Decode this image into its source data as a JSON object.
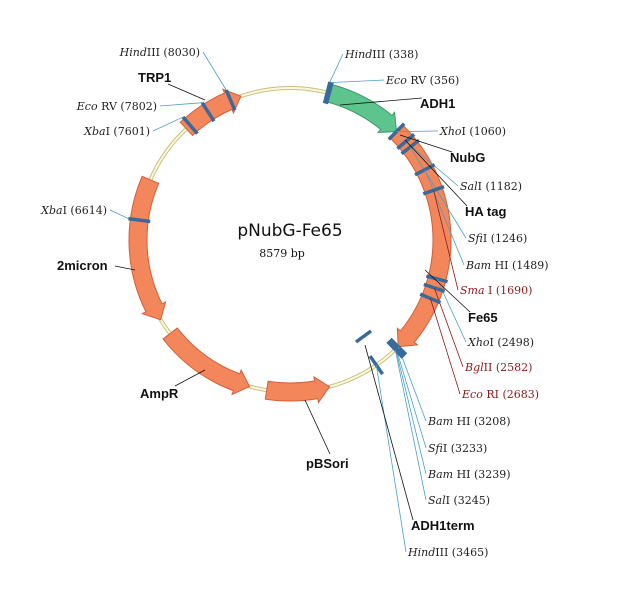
{
  "plasmid": {
    "name": "pNubG-Fe65",
    "size_label": "8579 bp",
    "length_bp": 8579
  },
  "colors": {
    "backbone": "#e8e0a0",
    "orange": "#f4865c",
    "green": "#5cc48c",
    "site_tick": "#3a6a9a",
    "leader": "#4aa0c8",
    "red": "#8b1a1a"
  },
  "features": [
    {
      "name": "ADH1",
      "start": 338,
      "end": 1060,
      "dir": 1,
      "color": "green"
    },
    {
      "name": "Fe65",
      "start": 1060,
      "end": 3208,
      "dir": 1,
      "color": "orange"
    },
    {
      "name": "TRP1",
      "start": 7555,
      "end": 8130,
      "dir": 1,
      "color": "orange"
    },
    {
      "name": "2micron",
      "start": 5680,
      "end": 6990,
      "dir": -1,
      "color": "orange"
    },
    {
      "name": "AmpR",
      "start": 4657,
      "end": 5530,
      "dir": -1,
      "color": "orange"
    },
    {
      "name": "pBSori",
      "start": 3930,
      "end": 4500,
      "dir": -1,
      "color": "orange"
    }
  ],
  "feature_labels": [
    "ADH1",
    "NubG",
    "HA tag",
    "Fe65",
    "ADH1term",
    "pBSori",
    "AmpR",
    "2micron",
    "TRP1"
  ],
  "sites": [
    {
      "italic": "Hind",
      "rest": "III",
      "pos": "(338)",
      "bp": 338,
      "red": false
    },
    {
      "italic": "Eco",
      "rest": " RV",
      "pos": "(356)",
      "bp": 356,
      "red": false
    },
    {
      "italic": "Xho",
      "rest": "I",
      "pos": "(1060)",
      "bp": 1060,
      "red": false
    },
    {
      "italic": "Sal",
      "rest": "I",
      "pos": "(1182)",
      "bp": 1182,
      "red": false
    },
    {
      "italic": "Sfi",
      "rest": "I",
      "pos": "(1246)",
      "bp": 1246,
      "red": false
    },
    {
      "italic": "Bam",
      "rest": " HI",
      "pos": "(1489)",
      "bp": 1489,
      "red": false
    },
    {
      "italic": "Sma",
      "rest": " I",
      "pos": "(1690)",
      "bp": 1690,
      "red": true
    },
    {
      "italic": "Xho",
      "rest": "I",
      "pos": "(2498)",
      "bp": 2498,
      "red": false
    },
    {
      "italic": "Bgl",
      "rest": "II",
      "pos": "(2582)",
      "bp": 2582,
      "red": true
    },
    {
      "italic": "Eco",
      "rest": " RI",
      "pos": "(2683)",
      "bp": 2683,
      "red": true
    },
    {
      "italic": "Bam",
      "rest": " HI",
      "pos": "(3208)",
      "bp": 3208,
      "red": false
    },
    {
      "italic": "Sfi",
      "rest": "I",
      "pos": "(3233)",
      "bp": 3233,
      "red": false
    },
    {
      "italic": "Bam",
      "rest": " HI",
      "pos": "(3239)",
      "bp": 3239,
      "red": false
    },
    {
      "italic": "Sal",
      "rest": "I",
      "pos": "(3245)",
      "bp": 3245,
      "red": false
    },
    {
      "italic": "Hind",
      "rest": "III",
      "pos": "(3465)",
      "bp": 3465,
      "red": false
    },
    {
      "italic": "Hind",
      "rest": "III",
      "pos": "(8030)",
      "bp": 8030,
      "red": false
    },
    {
      "italic": "Eco",
      "rest": " RV",
      "pos": "(7802)",
      "bp": 7802,
      "red": false
    },
    {
      "italic": "Xba",
      "rest": "I",
      "pos": "(7601)",
      "bp": 7601,
      "red": false
    },
    {
      "italic": "Xba",
      "rest": "I",
      "pos": "(6614)",
      "bp": 6614,
      "red": false
    }
  ]
}
